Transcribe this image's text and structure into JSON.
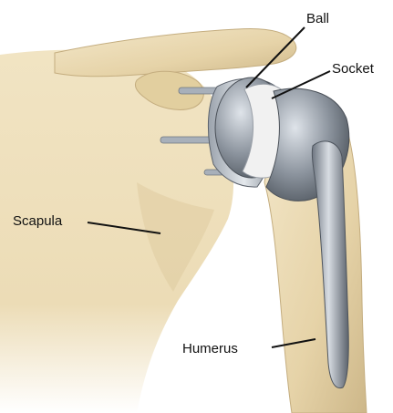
{
  "labels": {
    "ball": "Ball",
    "socket": "Socket",
    "scapula": "Scapula",
    "humerus": "Humerus"
  },
  "colors": {
    "background": "#ffffff",
    "bone": "#ead9b4",
    "bone_shadow": "#c9b48a",
    "metal": "#7d8590",
    "metal_light": "#c9d0d8",
    "polyethylene": "#eeeeee",
    "leader_line": "#111111"
  }
}
